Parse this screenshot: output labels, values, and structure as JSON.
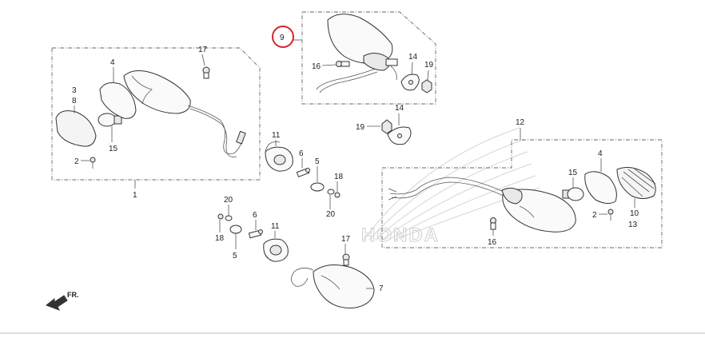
{
  "callouts": {
    "n1": "1",
    "n2a": "2",
    "n2b": "2",
    "n3": "3",
    "n4a": "4",
    "n4b": "4",
    "n5a": "5",
    "n5b": "5",
    "n6a": "6",
    "n6b": "6",
    "n7": "7",
    "n8": "8",
    "n9": "9",
    "n10": "10",
    "n11a": "11",
    "n11b": "11",
    "n12": "12",
    "n13": "13",
    "n14a": "14",
    "n14b": "14",
    "n15a": "15",
    "n15b": "15",
    "n16a": "16",
    "n16b": "16",
    "n17a": "17",
    "n17b": "17",
    "n18a": "18",
    "n18b": "18",
    "n19a": "19",
    "n19b": "19",
    "n20a": "20",
    "n20b": "20"
  },
  "highlighted_part": "9",
  "highlight_color": "#d6242a",
  "watermark": "HONDA",
  "direction_label": "FR.",
  "direction_icon": "arrow-front-icon"
}
